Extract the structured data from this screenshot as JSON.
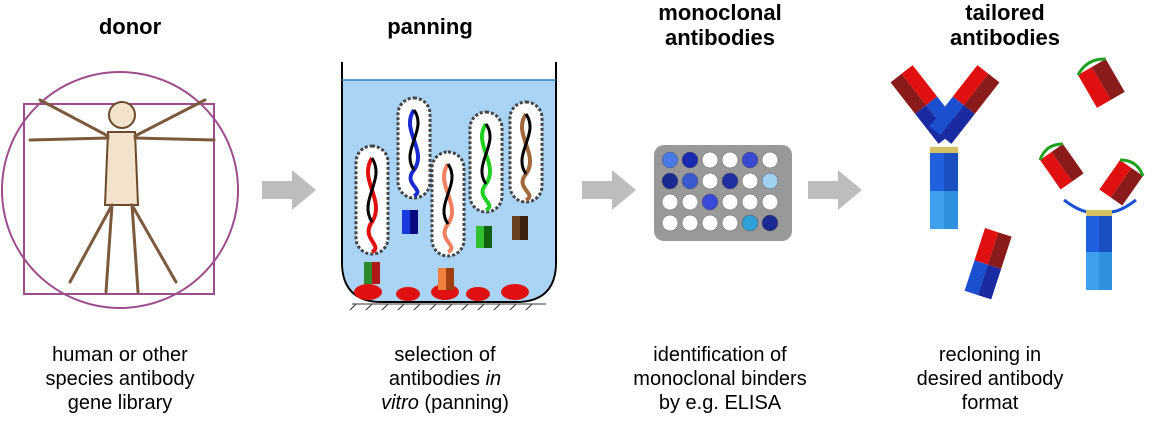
{
  "stages": [
    {
      "heading": "donor",
      "caption_lines": [
        "human or other",
        "species antibody",
        "gene library"
      ]
    },
    {
      "heading": "panning",
      "caption_line1": "selection of",
      "caption_line2_text": "antibodies ",
      "caption_line2_italic": "in",
      "caption_line3_italic": "vitro",
      "caption_line3_text": " (panning)"
    },
    {
      "heading_lines": [
        "monoclonal",
        "antibodies"
      ],
      "caption_lines": [
        "identification of",
        "monoclonal binders",
        "by e.g. ELISA"
      ]
    },
    {
      "heading_lines": [
        "tailored",
        "antibodies"
      ],
      "caption_lines": [
        "recloning in",
        "desired antibody",
        "format"
      ]
    }
  ],
  "colors": {
    "arrow": "#bdbdbd",
    "beaker_fill": "#a9d4f5",
    "plate": "#999999",
    "heavy_chain": "#1a4fd0",
    "light_chain_red": "#e01010",
    "dark_red": "#8b1a1a",
    "lavender_frame": "#9b4d8c"
  },
  "icons": [
    "vitruvian-man-icon",
    "beaker-icon",
    "elisa-plate-icon",
    "antibody-icon",
    "arrow-right-icon"
  ]
}
